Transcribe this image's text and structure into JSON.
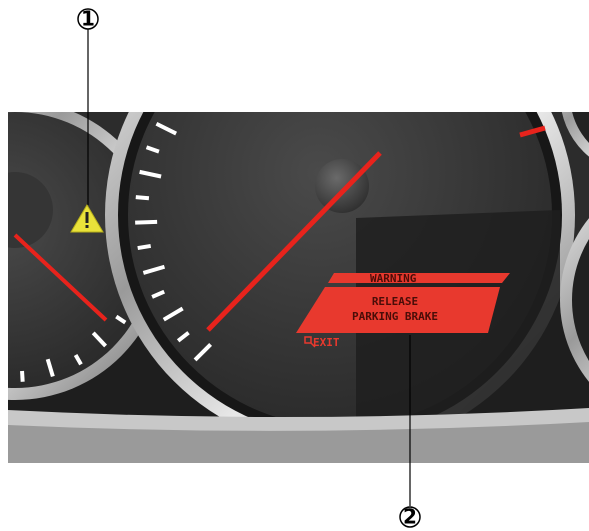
{
  "callouts": [
    {
      "number": "1",
      "glyph": "①"
    },
    {
      "number": "2",
      "glyph": "②"
    }
  ],
  "message": {
    "header": "WARNING",
    "line1": "RELEASE",
    "line2": "PARKING BRAKE",
    "exit_label": "EXIT"
  },
  "icons": {
    "left_gauge": "master-warning-triangle-icon",
    "exit": "exit-button-icon"
  },
  "colors": {
    "needle": "#e8231c",
    "warning_panel": "#e8392e",
    "warning_icon": "#e9e23a",
    "dashboard": "#2b2b2b",
    "background": "#ffffff"
  }
}
